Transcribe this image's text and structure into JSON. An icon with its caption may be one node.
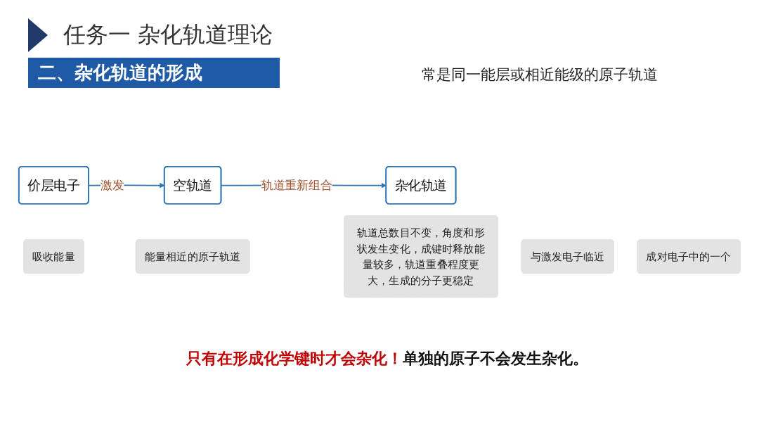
{
  "diagram": {
    "title": "任务一  杂化轨道理论",
    "nodes": [
      {
        "text": [
          "价层电子"
        ]
      },
      {
        "text": [
          "空轨道"
        ]
      },
      {
        "text": [
          "杂化轨道"
        ]
      },
      {
        "text": [
          "吸收能量"
        ]
      },
      {
        "text": [
          "能量相近的原子轨道"
        ]
      },
      {
        "text": [
          "轨道总数目不变，角度和形状发生变化，成键时释放能量较多，轨道重叠程度更大，生成的分子更稳定"
        ]
      },
      {
        "text": [
          "与激发电子临近"
        ]
      },
      {
        "text": [
          "成对电子中的一个"
        ]
      }
    ],
    "edges": [
      {
        "from": 0,
        "to": 1,
        "arrow": "to",
        "label": "激发"
      },
      {
        "from": 1,
        "to": 2,
        "arrow": "to",
        "label": "轨道重新组合"
      }
    ],
    "labels": [
      "二、杂化轨道的形成",
      "常是同一能层或相近能级的原子轨道",
      "只有在形成化学键时才会杂化！",
      "单独的原子不会发生杂化。"
    ]
  }
}
